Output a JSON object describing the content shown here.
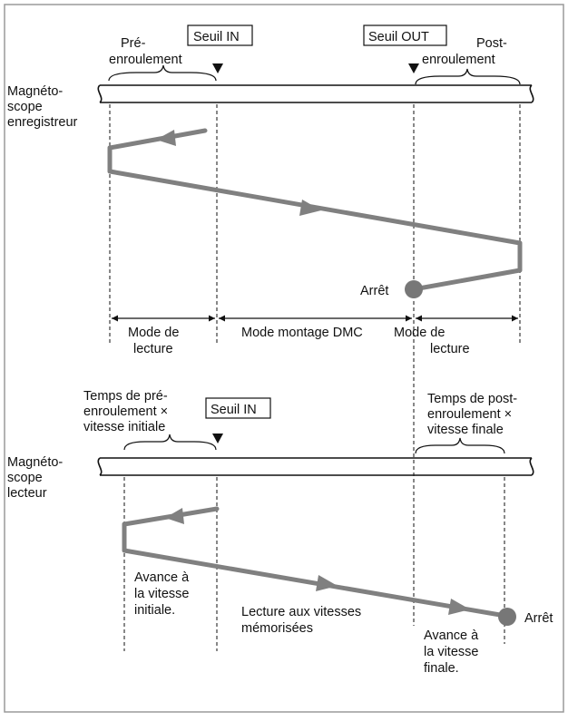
{
  "colors": {
    "frame": "#9a9a9a",
    "path": "#808080",
    "dot": "#777777",
    "ink": "#111111"
  },
  "recorder": {
    "tape_label": [
      "Magnéto-",
      "scope",
      "enregistreur"
    ],
    "preroll_label": [
      "Pré-",
      "enroulement"
    ],
    "postroll_label": [
      "Post-",
      "enroulement"
    ],
    "in_point": "Seuil IN",
    "out_point": "Seuil OUT",
    "stop_label": "Arrêt",
    "modes": [
      "Mode de",
      "lecture",
      "Mode montage DMC",
      "Mode de",
      "lecture"
    ]
  },
  "player": {
    "tape_label": [
      "Magnéto-",
      "scope",
      "lecteur"
    ],
    "preroll_label": [
      "Temps de pré-",
      "enroulement ×",
      "vitesse initiale"
    ],
    "postroll_label": [
      "Temps de post-",
      "enroulement ×",
      "vitesse finale"
    ],
    "in_point": "Seuil IN",
    "stop_label": "Arrêt",
    "advance_initial": [
      "Avance à",
      "la vitesse",
      "initiale."
    ],
    "playback_stored": [
      "Lecture aux vitesses",
      "mémorisées"
    ],
    "advance_final": [
      "Avance à",
      "la vitesse",
      "finale."
    ]
  }
}
